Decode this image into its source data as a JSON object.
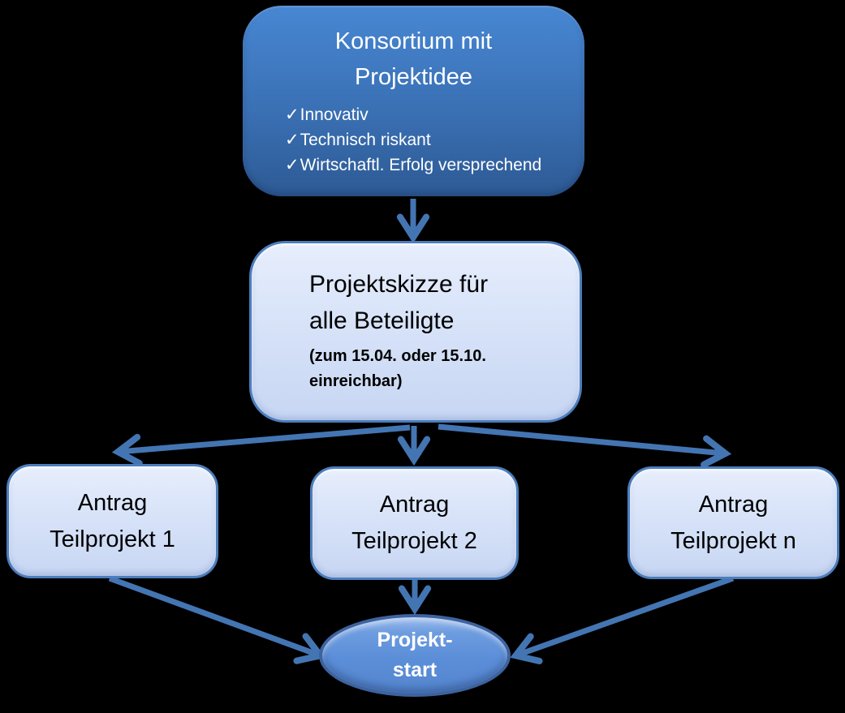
{
  "diagram": {
    "type": "flowchart",
    "background": "#000000",
    "icons": {
      "check": "✓"
    },
    "colors": {
      "dark_node_top": "#4787d3",
      "dark_node_bottom": "#2d5a94",
      "light_node_top": "#e7eefc",
      "light_node_bottom": "#c7d6f3",
      "node_border": "#4c7dbd",
      "ellipse_fill": "#5b8ed8",
      "ellipse_border": "#3d639f",
      "arrow": "#4475b3",
      "dark_node_text": "#ffffff",
      "light_node_text": "#000000"
    },
    "nodes": {
      "konsortium": {
        "title_lines": [
          "Konsortium mit",
          "Projektidee"
        ],
        "items": [
          "Innovativ",
          "Technisch riskant",
          "Wirtschaftl. Erfolg versprechend"
        ]
      },
      "projektskizze": {
        "title_lines": [
          "Projektskizze für",
          "alle Beteiligte"
        ],
        "note_lines": [
          "(zum 15.04. oder 15.10.",
          "einreichbar)"
        ]
      },
      "antrag1": {
        "lines": [
          "Antrag",
          "Teilprojekt 1"
        ]
      },
      "antrag2": {
        "lines": [
          "Antrag",
          "Teilprojekt 2"
        ]
      },
      "antragn": {
        "lines": [
          "Antrag",
          "Teilprojekt n"
        ]
      },
      "projektstart": {
        "lines": [
          "Projekt-",
          "start"
        ]
      }
    },
    "edges": [
      {
        "from": "konsortium",
        "to": "projektskizze"
      },
      {
        "from": "projektskizze",
        "to": "antrag1"
      },
      {
        "from": "projektskizze",
        "to": "antrag2"
      },
      {
        "from": "projektskizze",
        "to": "antragn"
      },
      {
        "from": "antrag1",
        "to": "projektstart"
      },
      {
        "from": "antrag2",
        "to": "projektstart"
      },
      {
        "from": "antragn",
        "to": "projektstart"
      }
    ]
  }
}
